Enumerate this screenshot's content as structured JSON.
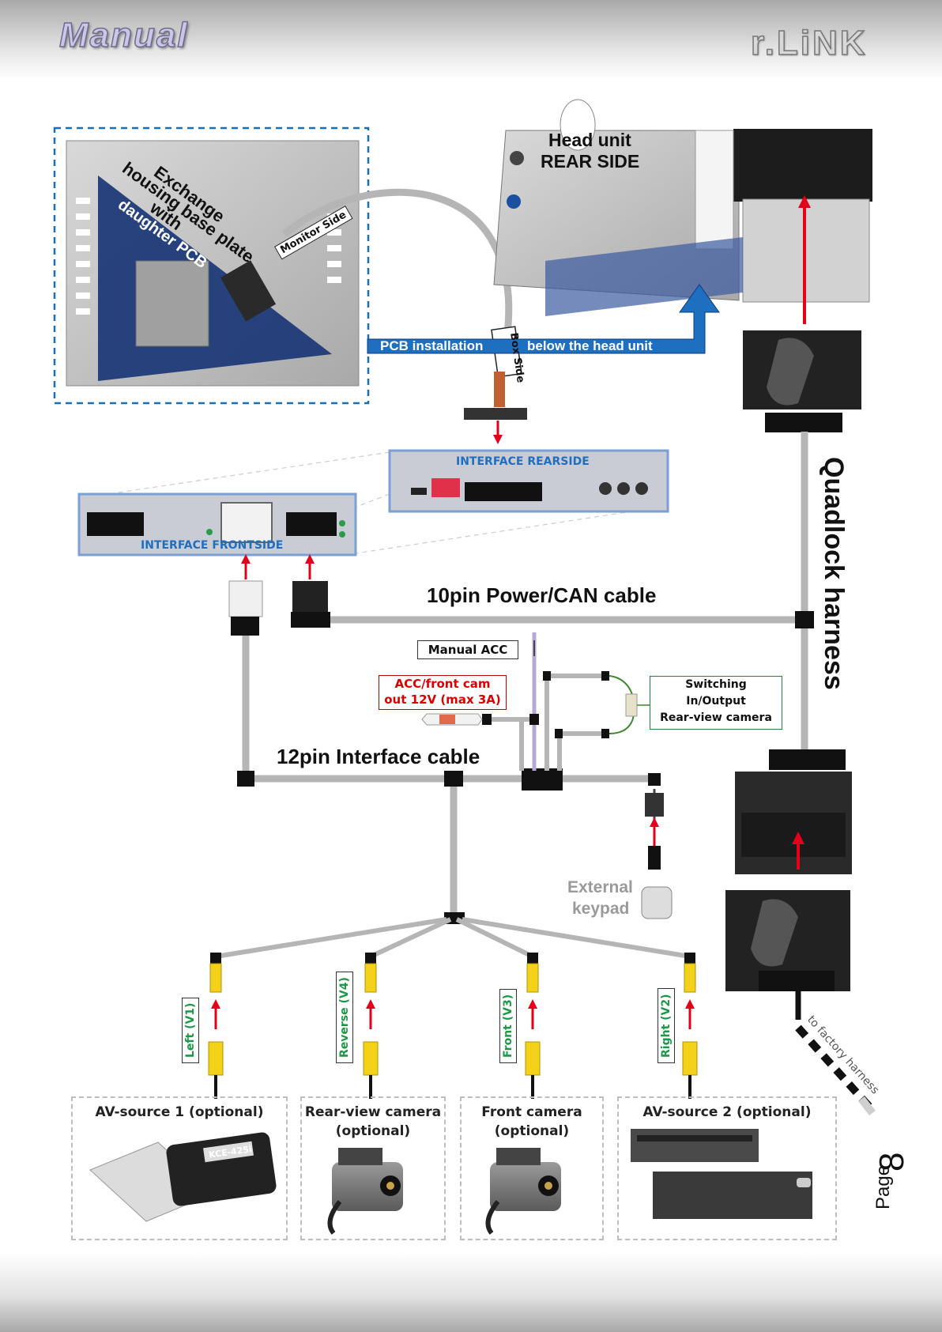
{
  "header": {
    "left_logo": "Manual",
    "right_logo": "r.LiNK"
  },
  "photo_labels": {
    "exchange_1": "Exchange",
    "exchange_2": "housing base plate",
    "exchange_3": "with",
    "exchange_4": "daughter PCB",
    "monitor_side": "Monitor Side",
    "box_side": "Box Side",
    "head_unit_1": "Head unit",
    "head_unit_2": "REAR SIDE",
    "pcb_install_1": "PCB installation",
    "pcb_install_2": "below the head unit"
  },
  "interface": {
    "rearside": "INTERFACE   REARSIDE",
    "frontside": "INTERFACE   FRONTSIDE"
  },
  "cables": {
    "power_can": "10pin Power/CAN cable",
    "interface_cable": "12pin Interface cable",
    "quadlock": "Quadlock harness",
    "to_factory": "to factory harness"
  },
  "boxes": {
    "manual_acc": "Manual ACC",
    "acc_front_1": "ACC/front cam",
    "acc_front_2": "out  12V (max 3A)",
    "switching_1": "Switching",
    "switching_2": "In/Output",
    "switching_3": "Rear-view camera"
  },
  "external_keypad": {
    "line1": "External",
    "line2": "keypad"
  },
  "video_inputs": [
    "Left (V1)",
    "Reverse (V4)",
    "Front  (V3)",
    "Right  (V2)"
  ],
  "sources": {
    "av1": "AV-source 1 (optional)",
    "rear_cam_1": "Rear-view camera",
    "rear_cam_2": "(optional)",
    "front_cam_1": "Front camera",
    "front_cam_2": "(optional)",
    "av2": "AV-source 2 (optional)"
  },
  "device_text": {
    "kce": "KCE-425i"
  },
  "page": {
    "word": "Page",
    "number": "8"
  },
  "colors": {
    "cable": "#b5b5b5",
    "arrow": "#e2001a",
    "blue_banner": "#1f6fc0",
    "label_green": "#1a9a44"
  }
}
